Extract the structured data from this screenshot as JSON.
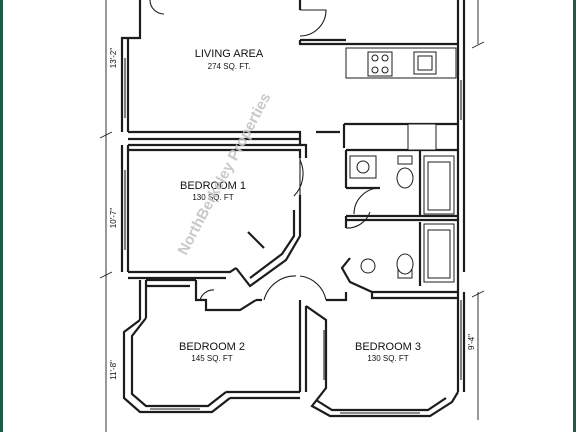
{
  "colors": {
    "border_green": "#1e5a45",
    "line": "#1c1c1c",
    "watermark": "#c4c4c4"
  },
  "watermark": "NorthBerkeley Properties",
  "rooms": {
    "living": {
      "name": "LIVING AREA",
      "area": "274 SQ. FT."
    },
    "bedroom1": {
      "name": "BEDROOM 1",
      "area": "130 SQ. FT"
    },
    "bedroom2": {
      "name": "BEDROOM 2",
      "area": "145 SQ. FT"
    },
    "bedroom3": {
      "name": "BEDROOM 3",
      "area": "130 SQ. FT"
    }
  },
  "dimensions": {
    "living_height": "13'-2\"",
    "bedroom1_height": "10'-7\"",
    "bedroom2_height": "11'-8\"",
    "bedroom3_height": "9'-4\""
  }
}
